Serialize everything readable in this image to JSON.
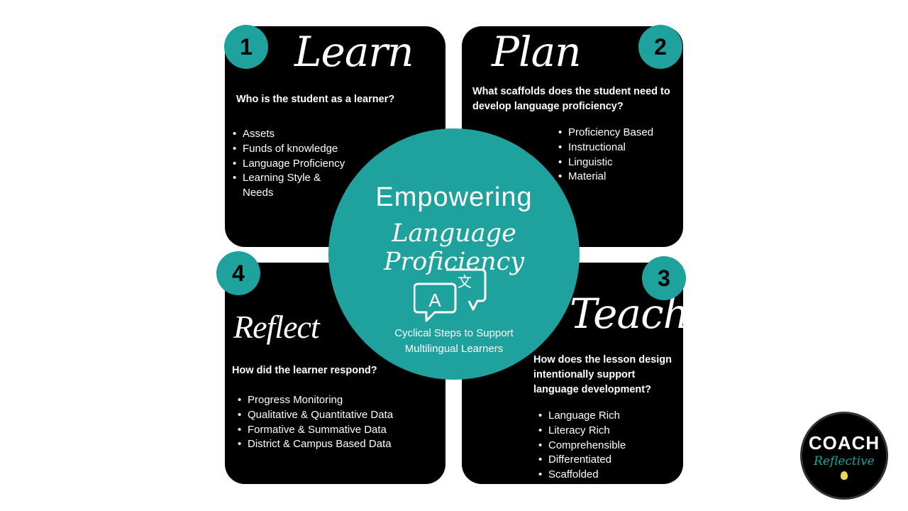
{
  "steps": [
    {
      "number": "1",
      "title": "Learn",
      "question": "Who is the student as a learner?",
      "items": [
        "Assets",
        "Funds of knowledge",
        "Language Proficiency",
        "Learning Style & Needs"
      ]
    },
    {
      "number": "2",
      "title": "Plan",
      "question": "What scaffolds does the student need to develop language proficiency?",
      "items": [
        "Proficiency Based",
        "Instructional",
        "Linguistic",
        "Material"
      ]
    },
    {
      "number": "3",
      "title": "Teach",
      "question": "How does the lesson design intentionally support language development?",
      "items": [
        "Language Rich",
        "Literacy Rich",
        "Comprehensible",
        "Differentiated",
        "Scaffolded"
      ]
    },
    {
      "number": "4",
      "title": "Reflect",
      "question": "How did the learner respond?",
      "items": [
        "Progress Monitoring",
        "Qualitative & Quantitative Data",
        "Formative & Summative Data",
        "District & Campus Based Data"
      ]
    }
  ],
  "center": {
    "heading": "Empowering",
    "script": "Language Proficiency",
    "subtitle": "Cyclical Steps to Support Multilingual Learners",
    "icon_letters": [
      "A",
      "文"
    ]
  },
  "logo": {
    "line1": "COACH",
    "line2": "Reflective"
  },
  "colors": {
    "teal": "#1fa19d",
    "card": "#000000"
  }
}
